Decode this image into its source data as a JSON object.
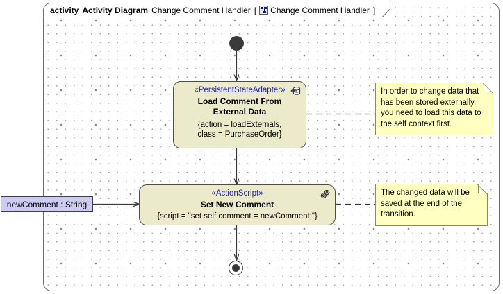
{
  "frame": {
    "keyword": "activity",
    "diagram_type": "Activity Diagram",
    "name": "Change Comment Handler",
    "bracket_open": "[",
    "bracket_close": "]",
    "context_icon": "class-diagram-icon",
    "context_name": "Change Comment Handler"
  },
  "nodes": {
    "initial": {
      "name": "initial-node"
    },
    "final": {
      "name": "activity-final-node"
    },
    "load_comment": {
      "stereotype": "«PersistentStateAdapter»",
      "title_line1": "Load Comment From",
      "title_line2": "External Data",
      "body_line1": "{action = loadExternals,",
      "body_line2": "class = PurchaseOrder}",
      "icon": "persistent-state-adapter-icon"
    },
    "set_new_comment": {
      "stereotype": "«ActionScript»",
      "title": "Set New Comment",
      "body": "{script = \"set self.comment = newComment;\"}",
      "icon": "action-script-gears-icon"
    }
  },
  "parameter": {
    "label": "newComment : String"
  },
  "notes": {
    "note_load": {
      "line1": "In order to change data that",
      "line2": "has been stored externally,",
      "line3": "you need to load this data to",
      "line4": "the self context first."
    },
    "note_set": {
      "line1": "The changed data will be",
      "line2": "saved at the end of the",
      "line3": "transition."
    }
  },
  "colors": {
    "action_fill": "#ebebcc",
    "action_border": "#4e4e3a",
    "note_fill": "#ffffbf",
    "note_border": "#8a8a5a",
    "parameter_fill": "#ccccf2",
    "stereotype_text": "#2020c8",
    "frame_border": "#6d6d6d",
    "node_marker": "#3a3a3a"
  }
}
